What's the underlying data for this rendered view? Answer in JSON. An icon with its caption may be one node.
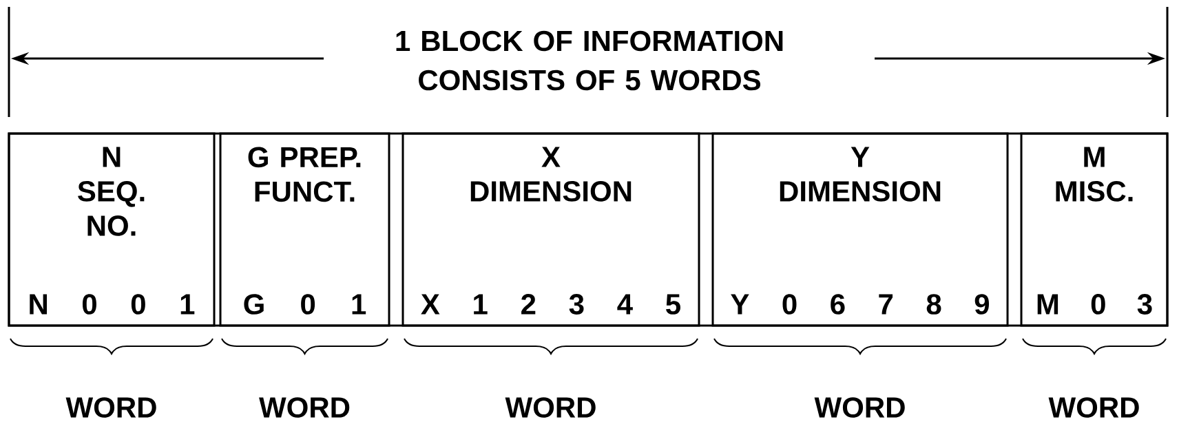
{
  "diagram": {
    "nodes": [
      {
        "text": [
          "N SEQ. NO.",
          "N 0 0 1"
        ],
        "beside": [
          "WORD"
        ]
      },
      {
        "text": [
          "G PREP. FUNCT.",
          "G 0 1"
        ],
        "beside": [
          "WORD"
        ]
      },
      {
        "text": [
          "X DIMENSION",
          "X 1 2 3 4 5"
        ],
        "beside": [
          "WORD"
        ]
      },
      {
        "text": [
          "Y DIMENSION",
          "Y 0 6 7 8 9"
        ],
        "beside": [
          "WORD"
        ]
      },
      {
        "text": [
          "M MISC.",
          "M 0 3"
        ],
        "beside": [
          "WORD"
        ]
      }
    ],
    "labels": [
      "1 BLOCK OF INFORMATION CONSISTS OF 5 WORDS"
    ]
  }
}
